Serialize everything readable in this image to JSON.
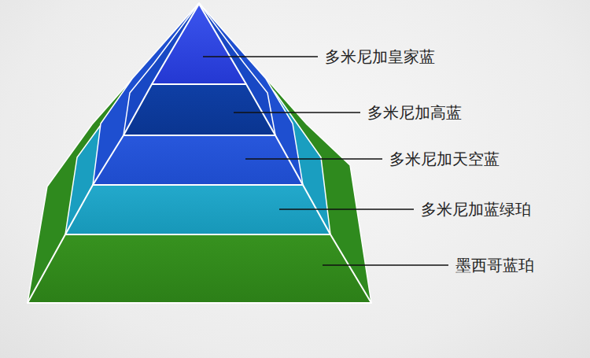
{
  "diagram": {
    "labels": [
      "多米尼加皇家蓝",
      "多米尼加高蓝",
      "多米尼加天空蓝",
      "多米尼加蓝绿珀",
      "墨西哥蓝珀"
    ]
  }
}
